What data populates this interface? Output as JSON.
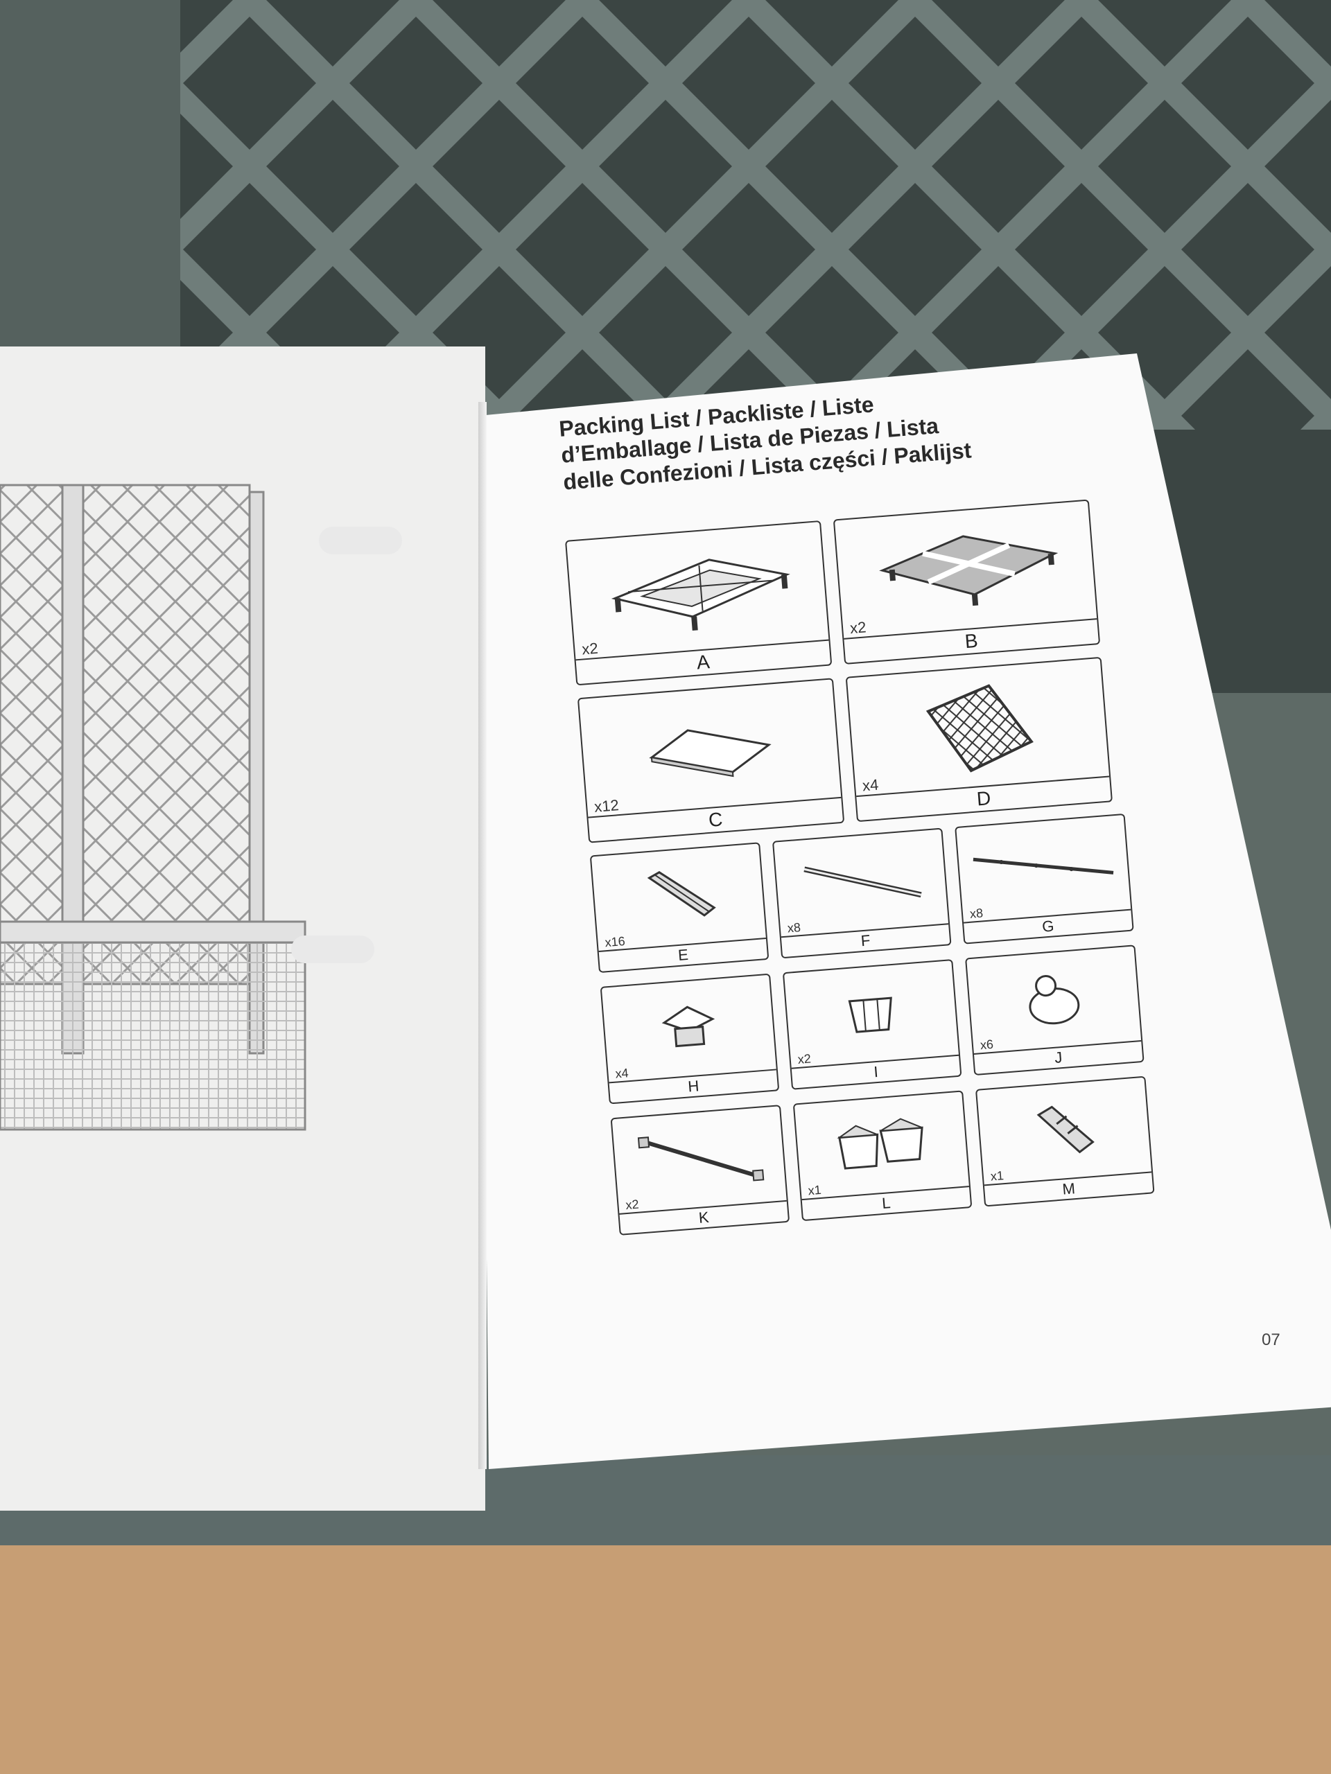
{
  "heading": {
    "line1": "Packing List / Packliste / Liste",
    "line2": "d’Emballage / Lista de Piezas / Lista",
    "line3": "delle Confezioni / Lista części / Paklijst"
  },
  "parts_large": [
    {
      "label": "A",
      "qty": "x2",
      "icon": "planter-base-frame-icon"
    },
    {
      "label": "B",
      "qty": "x2",
      "icon": "base-panel-grid-icon"
    },
    {
      "label": "C",
      "qty": "x12",
      "icon": "side-panel-icon"
    },
    {
      "label": "D",
      "qty": "x4",
      "icon": "lattice-panel-icon"
    }
  ],
  "parts_small": [
    {
      "label": "E",
      "qty": "x16",
      "icon": "corner-post-icon"
    },
    {
      "label": "F",
      "qty": "x8",
      "icon": "long-rod-icon"
    },
    {
      "label": "G",
      "qty": "x8",
      "icon": "rail-bar-icon"
    },
    {
      "label": "H",
      "qty": "x4",
      "icon": "post-cap-icon"
    },
    {
      "label": "I",
      "qty": "x2",
      "icon": "connector-icon"
    },
    {
      "label": "J",
      "qty": "x6",
      "icon": "foot-cap-icon"
    },
    {
      "label": "K",
      "qty": "x2",
      "icon": "rod-icon"
    },
    {
      "label": "L",
      "qty": "x1",
      "icon": "double-connector-icon"
    },
    {
      "label": "M",
      "qty": "x1",
      "icon": "coupling-icon"
    }
  ],
  "page_number": "07",
  "colors": {
    "paper": "#fbfbfb",
    "ink": "#2a2a2a",
    "lattice": "#4f5b58",
    "cardboard": "#c79e74"
  }
}
